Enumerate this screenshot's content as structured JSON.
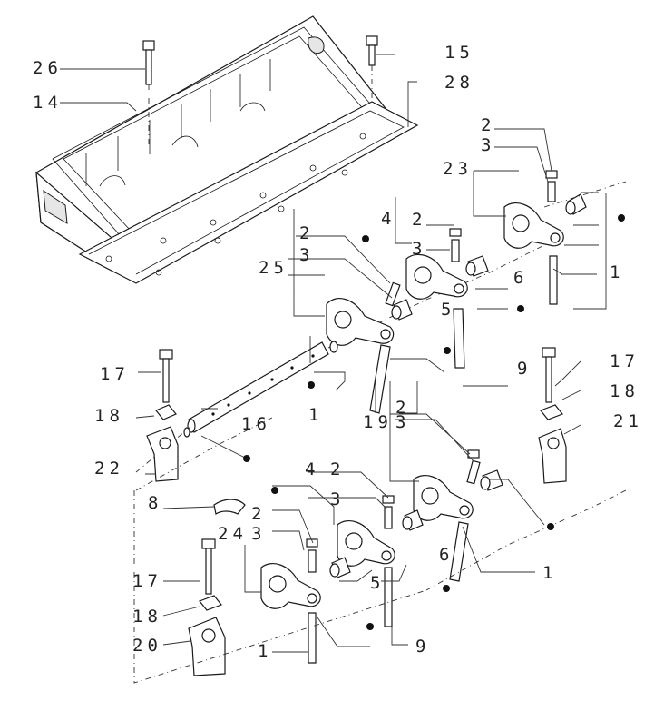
{
  "callouts": {
    "c26": "26",
    "c15": "15",
    "c14": "14",
    "c28": "28",
    "c2_top_right": "2",
    "c3_top_right": "3",
    "c23": "23",
    "c4_upper": "4",
    "c2_upper": "2",
    "c3_upper": "3",
    "c6_upper": "6",
    "c1_upper_right": "1",
    "c2_left": "2",
    "c25": "25",
    "c3_left": "3",
    "c5_upper": "5",
    "c17_left": "17",
    "c9_upper": "9",
    "c17_right": "17",
    "c18_left": "18",
    "c18_right": "18",
    "c1_mid": "1",
    "c19": "19",
    "c16": "16",
    "c2_mid": "2",
    "c3_mid": "3",
    "c21": "21",
    "c22": "22",
    "c4_lower": "4",
    "c2_lower": "2",
    "c3_lower": "3",
    "c8": "8",
    "c2_lower_left": "2",
    "c24": "24",
    "c3_lower_left": "3",
    "c6_lower": "6",
    "c1_lower_right": "1",
    "c5_lower": "5",
    "c17_lower": "17",
    "c18_lower": "18",
    "c20": "20",
    "c1_lower": "1",
    "c9_lower": "9"
  }
}
